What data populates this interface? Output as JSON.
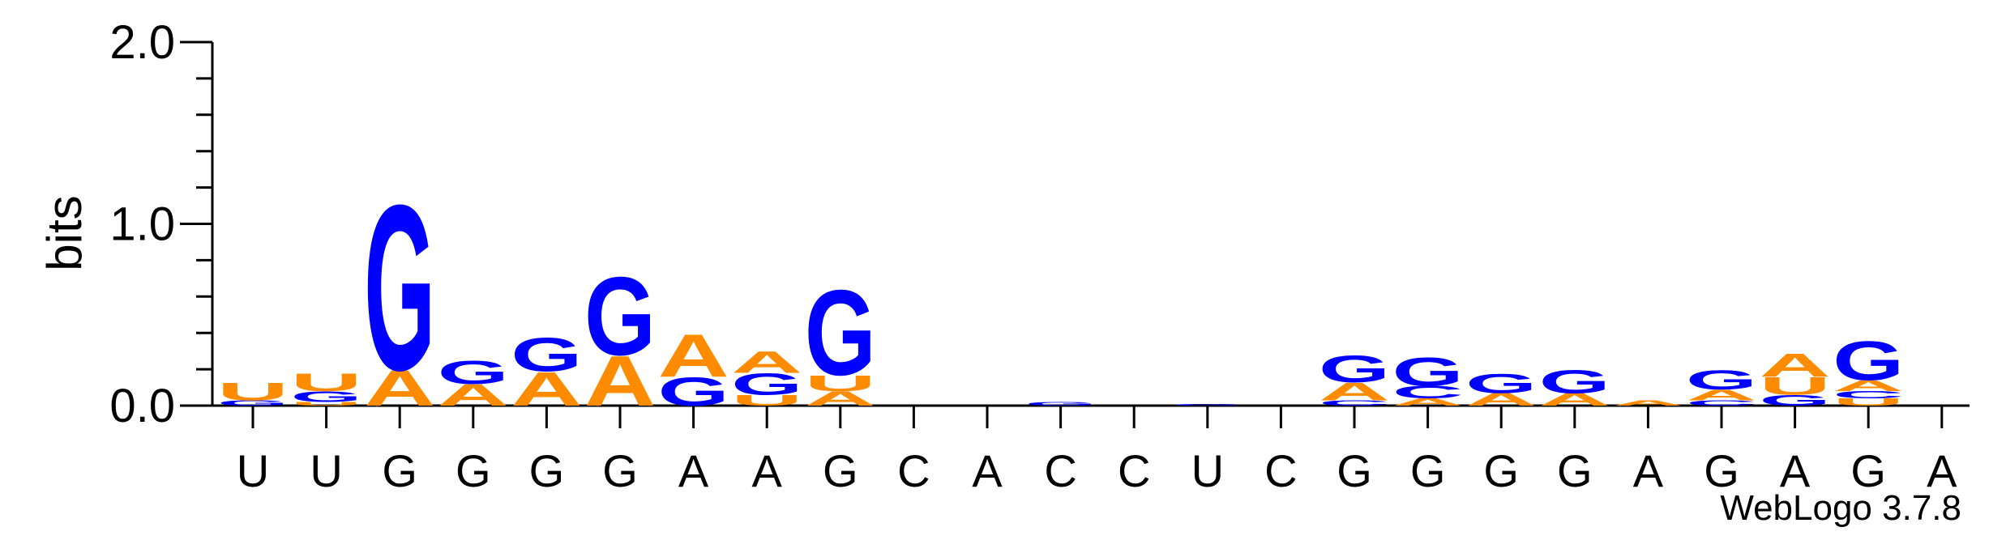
{
  "chart_data": {
    "type": "sequence-logo",
    "ylabel": "bits",
    "ylim": [
      0,
      2.0
    ],
    "yticks": [
      "0.0",
      "1.0",
      "2.0"
    ],
    "colors": {
      "A": "#ff8c00",
      "U": "#ff8c00",
      "G": "#0000ff",
      "C": "#0000ff"
    },
    "consensus": [
      "U",
      "U",
      "G",
      "G",
      "G",
      "G",
      "A",
      "A",
      "G",
      "C",
      "A",
      "C",
      "C",
      "U",
      "C",
      "G",
      "G",
      "G",
      "G",
      "A",
      "G",
      "A",
      "G",
      "A"
    ],
    "positions": [
      {
        "letters": [
          {
            "letter": "G",
            "bits": 0.03
          },
          {
            "letter": "U",
            "bits": 0.1
          }
        ]
      },
      {
        "letters": [
          {
            "letter": "U",
            "bits": 0.02
          },
          {
            "letter": "G",
            "bits": 0.06
          },
          {
            "letter": "U",
            "bits": 0.1
          }
        ]
      },
      {
        "letters": [
          {
            "letter": "A",
            "bits": 0.2
          },
          {
            "letter": "G",
            "bits": 0.93
          }
        ]
      },
      {
        "letters": [
          {
            "letter": "A",
            "bits": 0.12
          },
          {
            "letter": "G",
            "bits": 0.13
          }
        ]
      },
      {
        "letters": [
          {
            "letter": "A",
            "bits": 0.19
          },
          {
            "letter": "G",
            "bits": 0.19
          }
        ]
      },
      {
        "letters": [
          {
            "letter": "A",
            "bits": 0.28
          },
          {
            "letter": "G",
            "bits": 0.44
          }
        ]
      },
      {
        "letters": [
          {
            "letter": "G",
            "bits": 0.16
          },
          {
            "letter": "A",
            "bits": 0.24
          }
        ]
      },
      {
        "letters": [
          {
            "letter": "U",
            "bits": 0.06
          },
          {
            "letter": "G",
            "bits": 0.12
          },
          {
            "letter": "A",
            "bits": 0.12
          }
        ]
      },
      {
        "letters": [
          {
            "letter": "A",
            "bits": 0.08
          },
          {
            "letter": "U",
            "bits": 0.09
          },
          {
            "letter": "G",
            "bits": 0.48
          }
        ]
      },
      {
        "letters": []
      },
      {
        "letters": []
      },
      {
        "letters": [
          {
            "letter": "G",
            "bits": 0.02
          }
        ]
      },
      {
        "letters": []
      },
      {
        "letters": [
          {
            "letter": "G",
            "bits": 0.01
          }
        ]
      },
      {
        "letters": []
      },
      {
        "letters": [
          {
            "letter": "C",
            "bits": 0.03
          },
          {
            "letter": "A",
            "bits": 0.1
          },
          {
            "letter": "G",
            "bits": 0.15
          }
        ]
      },
      {
        "letters": [
          {
            "letter": "A",
            "bits": 0.04
          },
          {
            "letter": "C",
            "bits": 0.07
          },
          {
            "letter": "G",
            "bits": 0.16
          }
        ]
      },
      {
        "letters": [
          {
            "letter": "A",
            "bits": 0.07
          },
          {
            "letter": "G",
            "bits": 0.11
          }
        ]
      },
      {
        "letters": [
          {
            "letter": "A",
            "bits": 0.07
          },
          {
            "letter": "G",
            "bits": 0.13
          }
        ]
      },
      {
        "letters": [
          {
            "letter": "A",
            "bits": 0.03
          }
        ]
      },
      {
        "letters": [
          {
            "letter": "C",
            "bits": 0.03
          },
          {
            "letter": "A",
            "bits": 0.06
          },
          {
            "letter": "G",
            "bits": 0.11
          }
        ]
      },
      {
        "letters": [
          {
            "letter": "G",
            "bits": 0.06
          },
          {
            "letter": "U",
            "bits": 0.1
          },
          {
            "letter": "A",
            "bits": 0.13
          }
        ]
      },
      {
        "letters": [
          {
            "letter": "U",
            "bits": 0.04
          },
          {
            "letter": "C",
            "bits": 0.04
          },
          {
            "letter": "A",
            "bits": 0.06
          },
          {
            "letter": "G",
            "bits": 0.22
          }
        ]
      },
      {
        "letters": []
      }
    ]
  },
  "footer": {
    "credit": "WebLogo 3.7.8"
  }
}
